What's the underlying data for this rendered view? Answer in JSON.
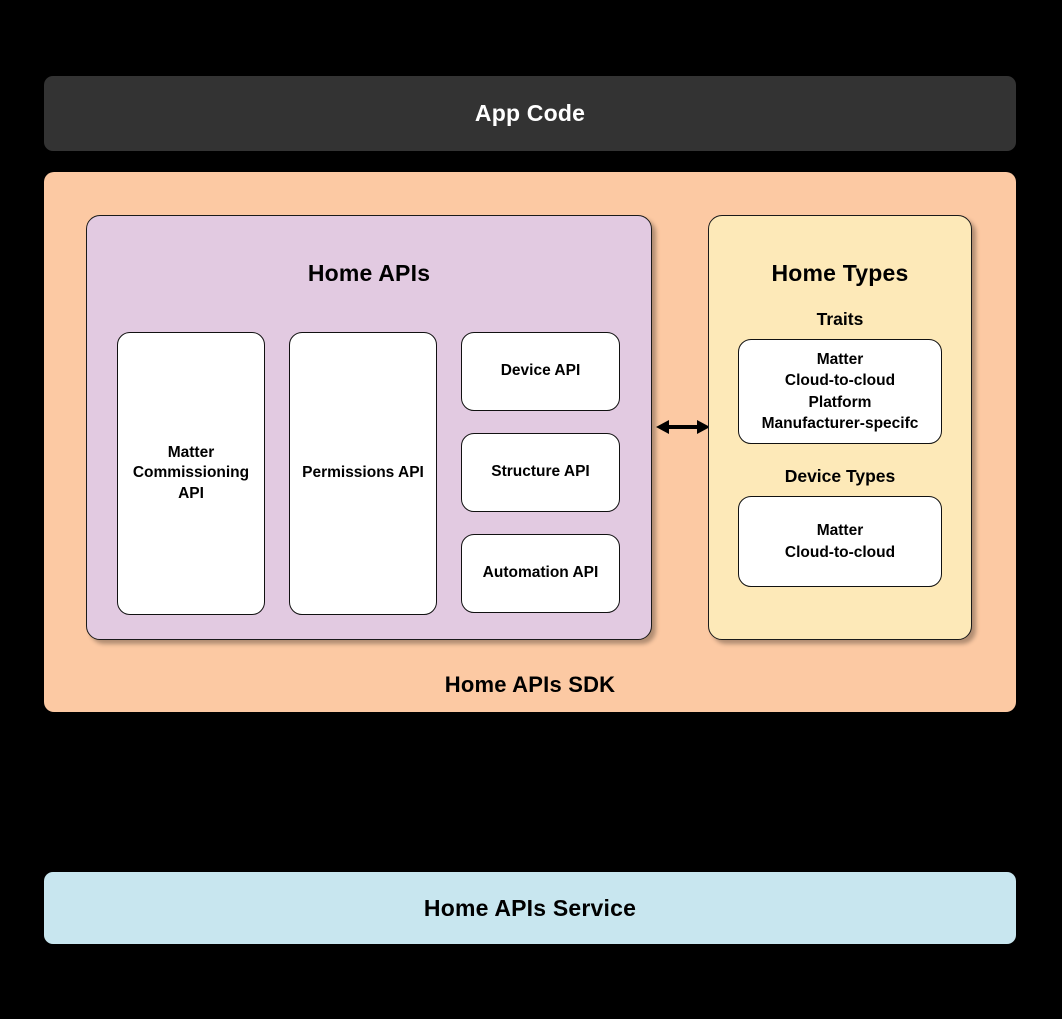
{
  "colors": {
    "background": "#000000",
    "app_code_bg": "#333333",
    "app_code_text": "#FFFFFF",
    "sdk_bg": "#FCC9A3",
    "home_apis_bg": "#E2CAE1",
    "home_types_bg": "#FDE9B8",
    "card_bg": "#FFFFFF",
    "card_border": "#111111",
    "service_bg": "#C8E6EF",
    "text": "#000000"
  },
  "app_code": {
    "label": "App Code"
  },
  "sdk": {
    "label": "Home APIs SDK"
  },
  "home_apis": {
    "title": "Home APIs",
    "tall_cards": [
      {
        "label": "Matter\nCommissioning\nAPI"
      },
      {
        "label": "Permissions API"
      }
    ],
    "stacked_cards": [
      {
        "label": "Device API"
      },
      {
        "label": "Structure API"
      },
      {
        "label": "Automation API"
      }
    ]
  },
  "home_types": {
    "title": "Home Types",
    "sections": [
      {
        "heading": "Traits",
        "items": "Matter\nCloud-to-cloud\nPlatform\nManufacturer-specifc"
      },
      {
        "heading": "Device Types",
        "items": "Matter\nCloud-to-cloud"
      }
    ]
  },
  "connector": {
    "icon": "double-headed-arrow"
  },
  "service": {
    "label": "Home APIs Service"
  }
}
